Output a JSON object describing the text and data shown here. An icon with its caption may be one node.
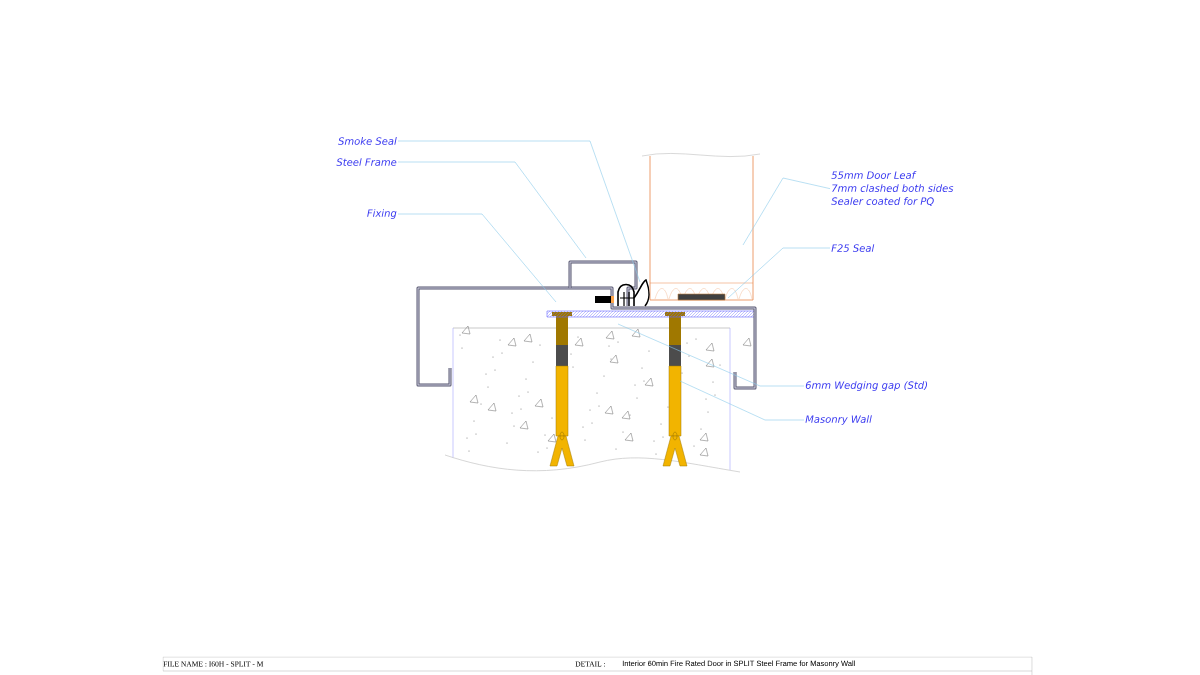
{
  "diagram": {
    "nodes": [
      {
        "text": [
          "Smoke Seal"
        ]
      },
      {
        "text": [
          "Steel Frame"
        ]
      },
      {
        "text": [
          "Fixing"
        ]
      },
      {
        "text": [
          "55mm Door Leaf",
          "7mm clashed both sides",
          "Sealer coated for PQ"
        ]
      },
      {
        "text": [
          "F25 Seal"
        ]
      },
      {
        "text": [
          "6mm Wedging gap (Std)"
        ]
      },
      {
        "text": [
          "Masonry Wall"
        ]
      }
    ],
    "edges": [
      {
        "from": 0,
        "to": null,
        "arrow": "none"
      },
      {
        "from": 1,
        "to": null,
        "arrow": "none"
      },
      {
        "from": 2,
        "to": null,
        "arrow": "none"
      },
      {
        "from": 3,
        "to": null,
        "arrow": "none"
      },
      {
        "from": 4,
        "to": null,
        "arrow": "none"
      },
      {
        "from": 5,
        "to": null,
        "arrow": "none"
      },
      {
        "from": 6,
        "to": null,
        "arrow": "none"
      }
    ],
    "labels": [
      "FILE NAME : I60H - SPLIT - M",
      "DETAIL :",
      "Interior 60min Fire Rated Door in SPLIT Steel Frame for Masonry Wall"
    ]
  }
}
